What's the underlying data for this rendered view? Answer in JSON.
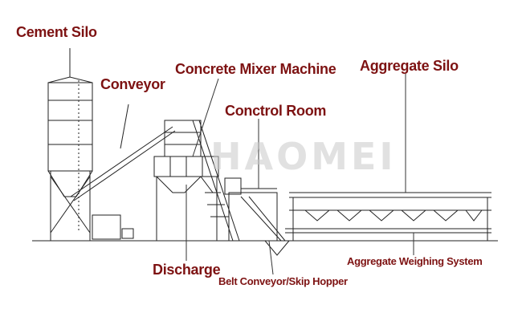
{
  "labels": {
    "cement_silo": "Cement Silo",
    "conveyor": "Conveyor",
    "concrete_mixer": "Concrete Mixer Machine",
    "control_room": "Conctrol Room",
    "aggregate_silo": "Aggregate Silo",
    "discharge": "Discharge",
    "belt_conveyor": "Belt Conveyor/Skip Hopper",
    "weighing_system": "Aggregate Weighing System"
  },
  "watermark": "HAOMEI",
  "colors": {
    "label": "#7d1212",
    "line": "#222222"
  }
}
